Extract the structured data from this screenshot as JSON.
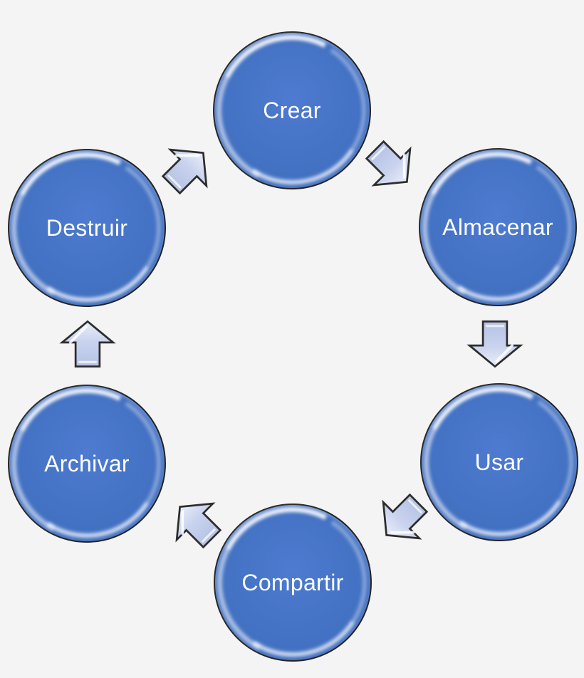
{
  "background_color": "#f5f4f5",
  "diagram": {
    "type": "cycle",
    "direction": "clockwise",
    "node_fill_color": "#4472c4",
    "node_border_color": "#242424",
    "node_text_color": "#ffffff",
    "arrow_fill_color": "#c5cfe9",
    "arrow_border_color": "#2d2d2d",
    "nodes": [
      {
        "id": "crear",
        "label": "Crear",
        "position": "top"
      },
      {
        "id": "almacenar",
        "label": "Almacenar",
        "position": "upper-right"
      },
      {
        "id": "usar",
        "label": "Usar",
        "position": "lower-right"
      },
      {
        "id": "compartir",
        "label": "Compartir",
        "position": "bottom"
      },
      {
        "id": "archivar",
        "label": "Archivar",
        "position": "lower-left"
      },
      {
        "id": "destruir",
        "label": "Destruir",
        "position": "upper-left"
      }
    ],
    "arrows": [
      {
        "from": "Destruir",
        "to": "Crear",
        "direction": "up-right"
      },
      {
        "from": "Crear",
        "to": "Almacenar",
        "direction": "down-right"
      },
      {
        "from": "Almacenar",
        "to": "Usar",
        "direction": "down"
      },
      {
        "from": "Usar",
        "to": "Compartir",
        "direction": "down-left"
      },
      {
        "from": "Compartir",
        "to": "Archivar",
        "direction": "up-left"
      },
      {
        "from": "Archivar",
        "to": "Destruir",
        "direction": "up"
      }
    ]
  }
}
